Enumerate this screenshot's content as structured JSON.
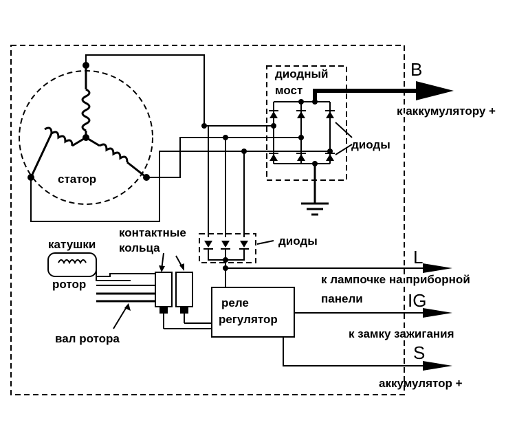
{
  "labels": {
    "stator": "статор",
    "diode_bridge_line1": "диодный",
    "diode_bridge_line2": "мост",
    "diodes_main": "диоды",
    "diodes_aux": "диоды",
    "slip_rings_line1": "контактные",
    "slip_rings_line2": "кольца",
    "rotor_coils": "катушки",
    "rotor": "ротор",
    "rotor_shaft": "вал ротора",
    "relay_line1": "реле",
    "relay_line2": "регулятор"
  },
  "terminals": {
    "B": {
      "name": "B",
      "desc": "к аккумулятору +"
    },
    "L": {
      "name": "L",
      "desc_line1": "к лампочке на приборной",
      "desc_line2": "панели"
    },
    "IG": {
      "name": "IG",
      "desc": "к замку зажигания"
    },
    "S": {
      "name": "S",
      "desc": "аккумулятор +"
    }
  }
}
